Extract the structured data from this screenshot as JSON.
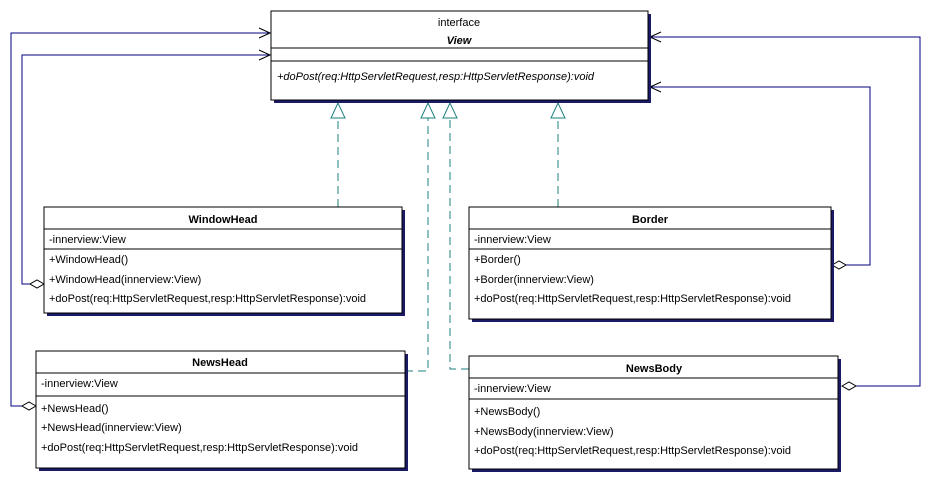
{
  "interface": {
    "stereotype": "interface",
    "name": "View",
    "operation": "+doPost(req:HttpServletRequest,resp:HttpServletResponse):void"
  },
  "classes": {
    "window_head": {
      "name": "WindowHead",
      "attribute": "-innerview:View",
      "operations": [
        "+WindowHead()",
        "+WindowHead(innerview:View)",
        "+doPost(req:HttpServletRequest,resp:HttpServletResponse):void"
      ]
    },
    "border": {
      "name": "Border",
      "attribute": "-innerview:View",
      "operations": [
        "+Border()",
        "+Border(innerview:View)",
        "+doPost(req:HttpServletRequest,resp:HttpServletResponse):void"
      ]
    },
    "news_head": {
      "name": "NewsHead",
      "attribute": "-innerview:View",
      "operations": [
        "+NewsHead()",
        "+NewsHead(innerview:View)",
        "+doPost(req:HttpServletRequest,resp:HttpServletResponse):void"
      ]
    },
    "news_body": {
      "name": "NewsBody",
      "attribute": "-innerview:View",
      "operations": [
        "+NewsBody()",
        "+NewsBody(innerview:View)",
        "+doPost(req:HttpServletRequest,resp:HttpServletResponse):void"
      ]
    }
  },
  "colors": {
    "realization": "#1f8080",
    "association": "#000080",
    "shadow": "#1a1a66"
  }
}
